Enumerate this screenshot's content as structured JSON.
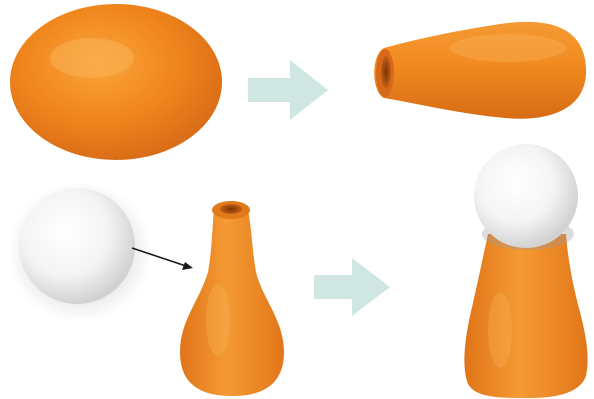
{
  "colors": {
    "balloon_orange": "#f08a1e",
    "balloon_orange_dark": "#c8621a",
    "balloon_highlight": "#f8b45a",
    "ball_white": "#ffffff",
    "ball_shadow": "#c9c9c9",
    "arrow_block": "#cfe6e3",
    "pointer_arrow": "#1a1a1a"
  },
  "icons": {
    "step_arrow": "right-arrow-icon",
    "pointer": "pointer-arrow-icon"
  },
  "panels": [
    {
      "name": "oval-balloon"
    },
    {
      "name": "stretched-balloon-horizontal"
    },
    {
      "name": "white-ball"
    },
    {
      "name": "upright-balloon"
    },
    {
      "name": "ball-in-balloon"
    }
  ]
}
